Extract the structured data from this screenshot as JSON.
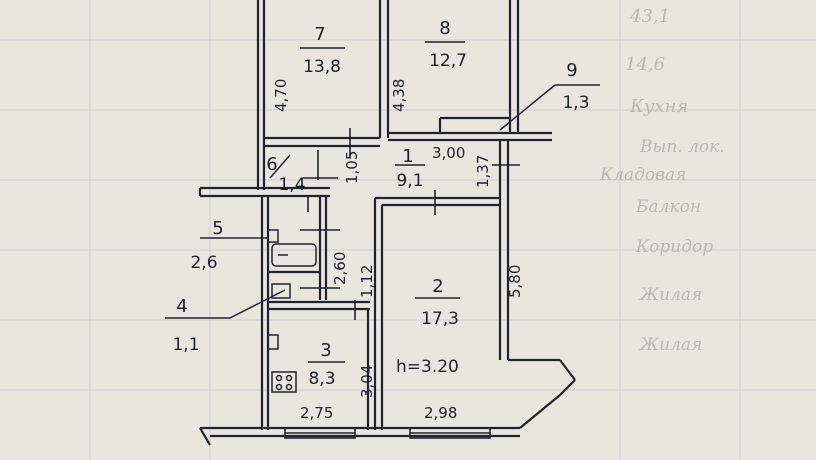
{
  "rooms": [
    {
      "id": "r7",
      "number": "7",
      "area": "13,8"
    },
    {
      "id": "r8",
      "number": "8",
      "area": "12,7"
    },
    {
      "id": "r9",
      "number": "9",
      "area": "1,3"
    },
    {
      "id": "r1",
      "number": "1",
      "area": "9,1"
    },
    {
      "id": "r6",
      "number": "6",
      "area": "1,4"
    },
    {
      "id": "r5",
      "number": "5",
      "area": "2,6"
    },
    {
      "id": "r4",
      "number": "4",
      "area": "1,1"
    },
    {
      "id": "r3",
      "number": "3",
      "area": "8,3"
    },
    {
      "id": "r2",
      "number": "2",
      "area": "17,3"
    }
  ],
  "dimensions": {
    "d470": "4,70",
    "d438": "4,38",
    "d105": "1,05",
    "d300": "3,00",
    "d137": "1,37",
    "d580": "5,80",
    "d260": "2,60",
    "d112": "1,12",
    "d304": "3,04",
    "d275": "2,75",
    "d298": "2,98"
  },
  "ceiling_height": "h=3.20",
  "background_text": [
    "43,1",
    "14,6",
    "Кухня",
    "Вып. лок.",
    "Балкон",
    "Коридор",
    "Жилая",
    "Жилая",
    "Кладовая"
  ]
}
